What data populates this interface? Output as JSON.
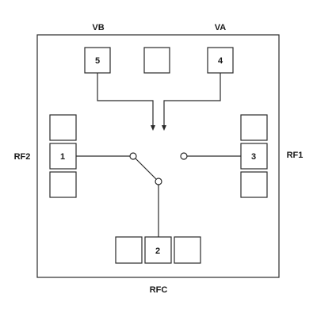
{
  "labels": {
    "vb": "VB",
    "va": "VA",
    "rf2": "RF2",
    "rf1": "RF1",
    "rfc": "RFC"
  },
  "pins": {
    "pin5": "5",
    "pin4": "4",
    "pin1": "1",
    "pin3": "3",
    "pin2": "2"
  }
}
